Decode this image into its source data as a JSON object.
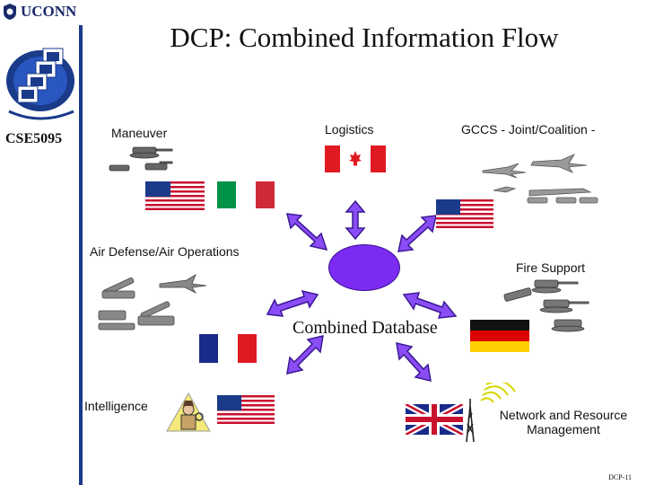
{
  "header": {
    "university": "UCONN",
    "course": "CSE5095",
    "title": "DCP: Combined Information Flow"
  },
  "nodes": {
    "maneuver": "Maneuver",
    "logistics": "Logistics",
    "gccs": "GCCS  - Joint/Coalition -",
    "air_defense": "Air Defense/Air Operations",
    "fire_support": "Fire Support",
    "combined_db": "Combined Database",
    "intelligence": "Intelligence",
    "network_line1": "Network and Resource",
    "network_line2": "Management"
  },
  "footer": {
    "page": "DCP-11"
  },
  "colors": {
    "arrow_fill": "#8a4df5",
    "arrow_outline": "#3b1894",
    "central": "#7b2bf2",
    "stripe": "#1a3a8a"
  },
  "icons": [
    "uconn-seal-icon",
    "computer-network-logo-icon",
    "tank-icon",
    "fighter-jet-icon",
    "ship-icon",
    "missile-launcher-icon",
    "detective-icon",
    "radio-tower-icon"
  ]
}
